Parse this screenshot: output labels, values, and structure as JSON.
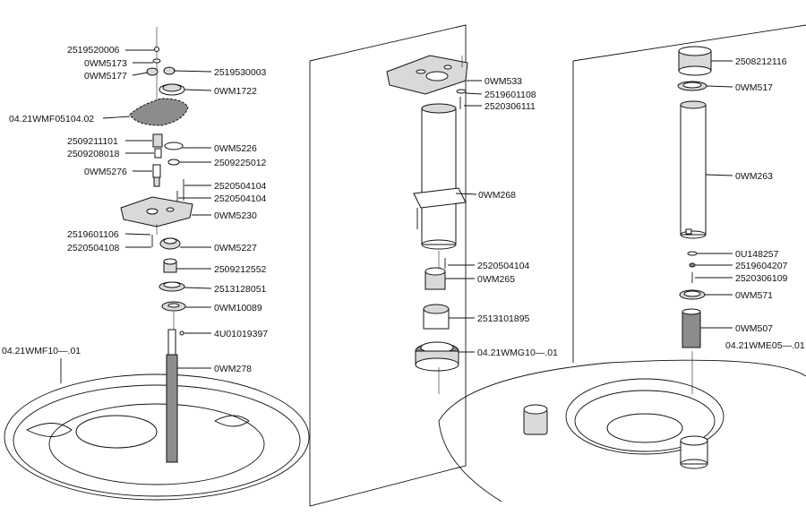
{
  "diagram": {
    "left_column": {
      "labels": [
        "2519520006",
        "0WM5173",
        "0WM5177",
        "2519530003",
        "0WM1722",
        "04.21WMF05104.02",
        "2509211101",
        "0WM5226",
        "2509208018",
        "2509225012",
        "0WM5276",
        "2520504104",
        "2520504104",
        "0WM5230",
        "2519601106",
        "2520504108",
        "0WM5227",
        "2509212552",
        "2513128051",
        "0WM10089",
        "4U01019397",
        "04.21WMF10—.01",
        "0WM278"
      ]
    },
    "middle_column": {
      "labels": [
        "0WM533",
        "2519601108",
        "2520306111",
        "0WM268",
        "2520504104",
        "0WM265",
        "2513101895",
        "04.21WMG10—.01"
      ]
    },
    "right_column": {
      "labels": [
        "2508212116",
        "0WM517",
        "0WM263",
        "0U148257",
        "2519604207",
        "2520306109",
        "0WM571",
        "0WM507",
        "04.21WME05—.01"
      ]
    }
  }
}
